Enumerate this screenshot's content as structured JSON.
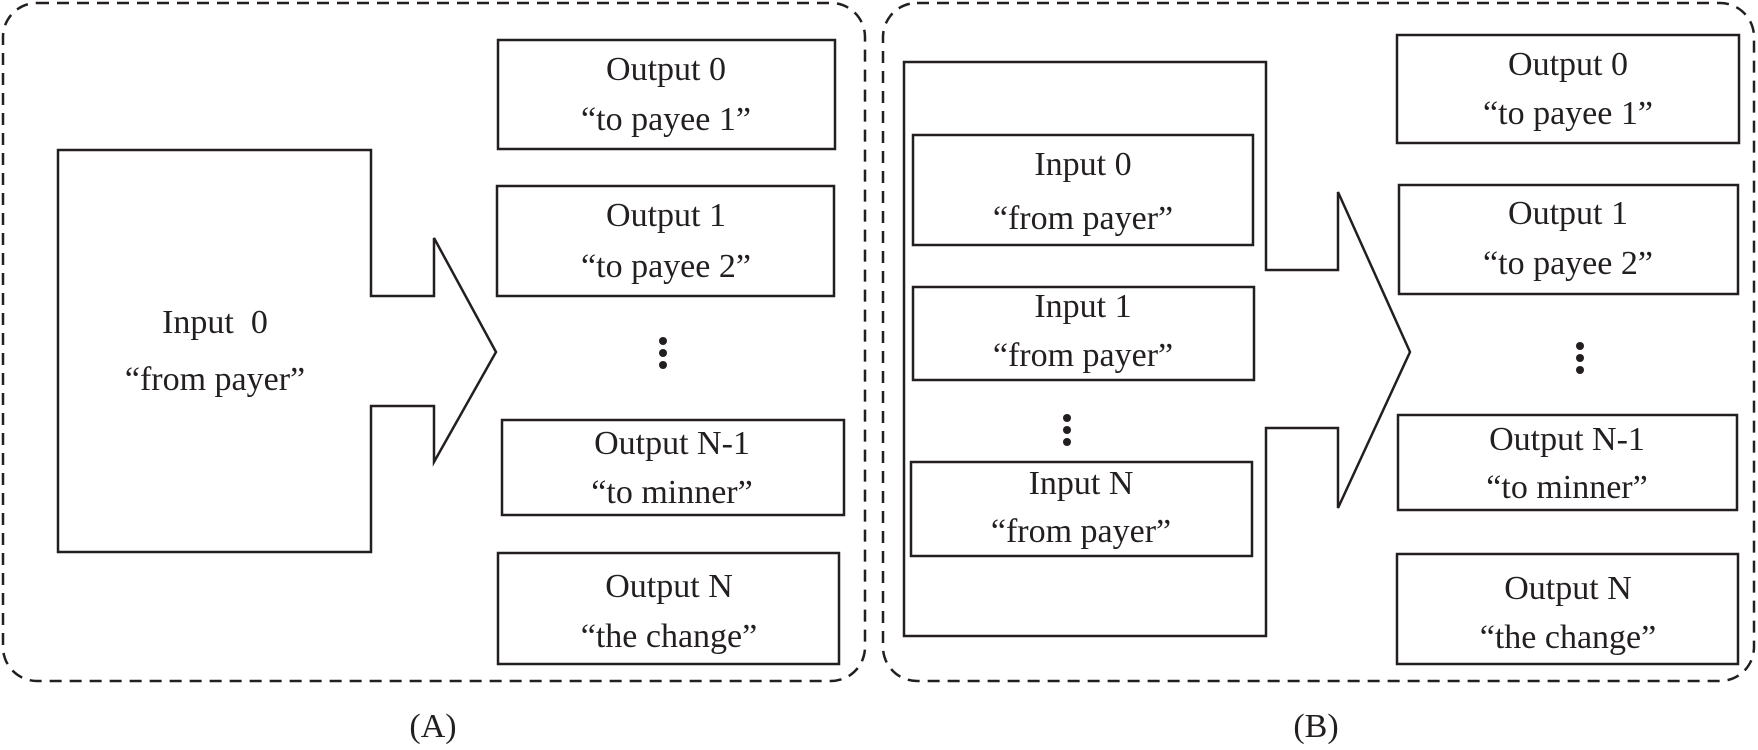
{
  "panel_a": {
    "caption": "(A)",
    "input": {
      "title": "Input  0",
      "subtitle": "“from payer”"
    },
    "outputs": [
      {
        "title": "Output 0",
        "subtitle": "“to payee 1”"
      },
      {
        "title": "Output 1",
        "subtitle": "“to payee 2”"
      },
      {
        "title": "Output N-1",
        "subtitle": "“to minner”"
      },
      {
        "title": "Output N",
        "subtitle": "“the change”"
      }
    ]
  },
  "panel_b": {
    "caption": "(B)",
    "inputs": [
      {
        "title": "Input 0",
        "subtitle": "“from payer”"
      },
      {
        "title": "Input 1",
        "subtitle": "“from payer”"
      },
      {
        "title": "Input N",
        "subtitle": "“from payer”"
      }
    ],
    "outputs": [
      {
        "title": "Output 0",
        "subtitle": "“to payee 1”"
      },
      {
        "title": "Output 1",
        "subtitle": "“to payee 2”"
      },
      {
        "title": "Output N-1",
        "subtitle": "“to minner”"
      },
      {
        "title": "Output N",
        "subtitle": "“the change”"
      }
    ]
  }
}
